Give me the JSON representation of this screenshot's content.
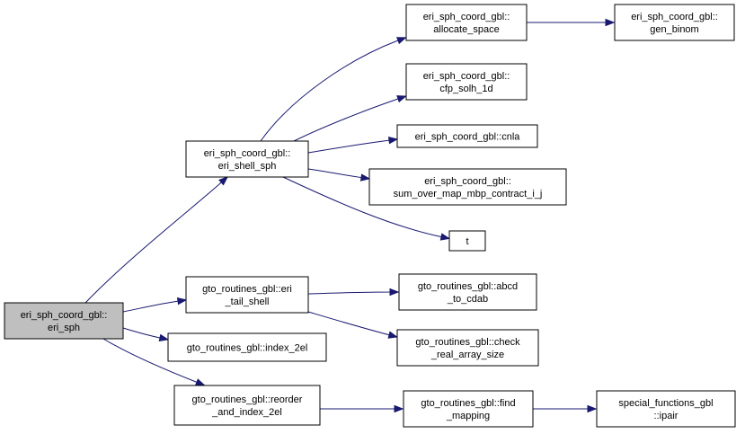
{
  "graph": {
    "nodes": [
      {
        "id": "eri_sph",
        "lines": [
          "eri_sph_coord_gbl::",
          "eri_sph"
        ],
        "root": true
      },
      {
        "id": "eri_shell_sph",
        "lines": [
          "eri_sph_coord_gbl::",
          "eri_shell_sph"
        ]
      },
      {
        "id": "allocate_space",
        "lines": [
          "eri_sph_coord_gbl::",
          "allocate_space"
        ]
      },
      {
        "id": "gen_binom",
        "lines": [
          "eri_sph_coord_gbl::",
          "gen_binom"
        ]
      },
      {
        "id": "cfp_solh_1d",
        "lines": [
          "eri_sph_coord_gbl::",
          "cfp_solh_1d"
        ]
      },
      {
        "id": "cnla",
        "lines": [
          "eri_sph_coord_gbl::cnla"
        ]
      },
      {
        "id": "sum_over_map",
        "lines": [
          "eri_sph_coord_gbl::",
          "sum_over_map_mbp_contract_i_j"
        ]
      },
      {
        "id": "t",
        "lines": [
          "t"
        ]
      },
      {
        "id": "eri_tail_shell",
        "lines": [
          "gto_routines_gbl::eri",
          "_tail_shell"
        ]
      },
      {
        "id": "abcd_to_cdab",
        "lines": [
          "gto_routines_gbl::abcd",
          "_to_cdab"
        ]
      },
      {
        "id": "check_real_array_size",
        "lines": [
          "gto_routines_gbl::check",
          "_real_array_size"
        ]
      },
      {
        "id": "index_2el",
        "lines": [
          "gto_routines_gbl::index_2el"
        ]
      },
      {
        "id": "reorder_and_index_2el",
        "lines": [
          "gto_routines_gbl::reorder",
          "_and_index_2el"
        ]
      },
      {
        "id": "find_mapping",
        "lines": [
          "gto_routines_gbl::find",
          "_mapping"
        ]
      },
      {
        "id": "ipair",
        "lines": [
          "special_functions_gbl",
          "::ipair"
        ]
      }
    ],
    "edges": [
      {
        "from": "eri_sph",
        "to": "eri_shell_sph"
      },
      {
        "from": "eri_sph",
        "to": "eri_tail_shell"
      },
      {
        "from": "eri_sph",
        "to": "index_2el"
      },
      {
        "from": "eri_sph",
        "to": "reorder_and_index_2el"
      },
      {
        "from": "eri_shell_sph",
        "to": "allocate_space"
      },
      {
        "from": "eri_shell_sph",
        "to": "cfp_solh_1d"
      },
      {
        "from": "eri_shell_sph",
        "to": "cnla"
      },
      {
        "from": "eri_shell_sph",
        "to": "sum_over_map"
      },
      {
        "from": "eri_shell_sph",
        "to": "t"
      },
      {
        "from": "allocate_space",
        "to": "gen_binom"
      },
      {
        "from": "eri_tail_shell",
        "to": "abcd_to_cdab"
      },
      {
        "from": "eri_tail_shell",
        "to": "check_real_array_size"
      },
      {
        "from": "reorder_and_index_2el",
        "to": "find_mapping"
      },
      {
        "from": "find_mapping",
        "to": "ipair"
      }
    ]
  },
  "colors": {
    "edge": "#191970",
    "root_fill": "#bfbfbf",
    "node_fill": "#ffffff",
    "node_border": "#000000"
  }
}
